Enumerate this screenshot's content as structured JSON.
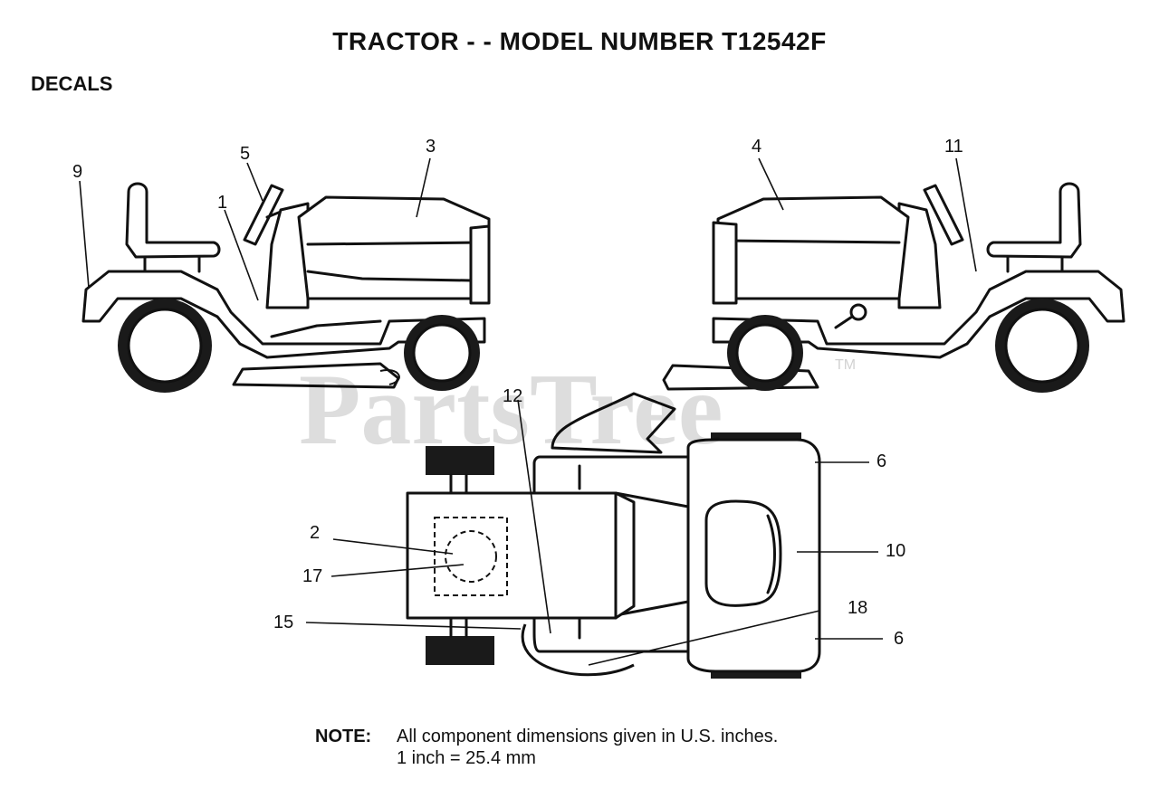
{
  "title": "TRACTOR - - MODEL NUMBER T12542F",
  "section": "DECALS",
  "watermark": "PartsTree",
  "watermark_tm": "TM",
  "callouts": [
    "9",
    "5",
    "1",
    "3",
    "4",
    "11",
    "12",
    "6",
    "2",
    "17",
    "15",
    "10",
    "18",
    "6"
  ],
  "note": {
    "label": "NOTE:",
    "line1": "All component dimensions given in U.S. inches.",
    "line2": "1 inch = 25.4 mm"
  },
  "colors": {
    "ink": "#111111",
    "tire": "#1a1a1a",
    "watermark": "#000000"
  }
}
